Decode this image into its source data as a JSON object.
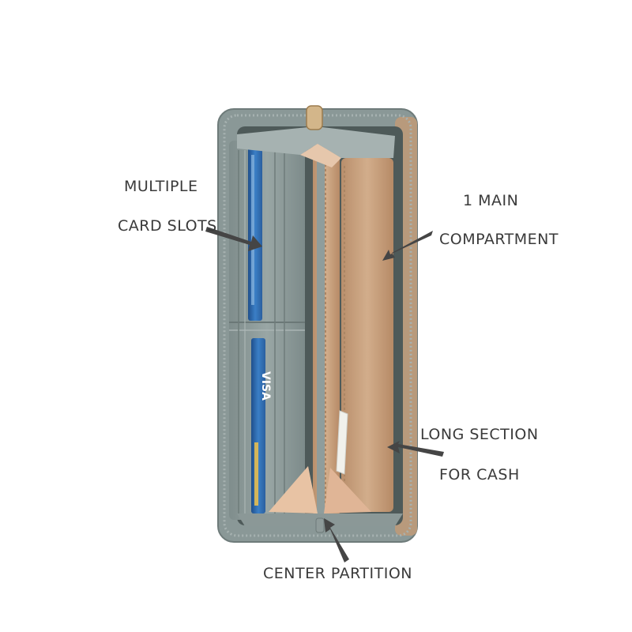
{
  "labels": {
    "multiple": "MULTIPLE",
    "card_slots": "CARD SLOTS",
    "one_main": "1 MAIN",
    "compartment": "COMPARTMENT",
    "long_section": "LONG SECTION",
    "for_cash": "FOR CASH",
    "center_partition": "CENTER PARTITION"
  },
  "card_brand": "VISA",
  "colors": {
    "wallet_grey": "#8c9a98",
    "wallet_dark": "#5c6a69",
    "lining_tan": "#c9a37f",
    "lining_light": "#e6c7ac",
    "card_blue": "#2f6fb7",
    "arrow": "#454545",
    "label_text": "#3a3a3a"
  }
}
